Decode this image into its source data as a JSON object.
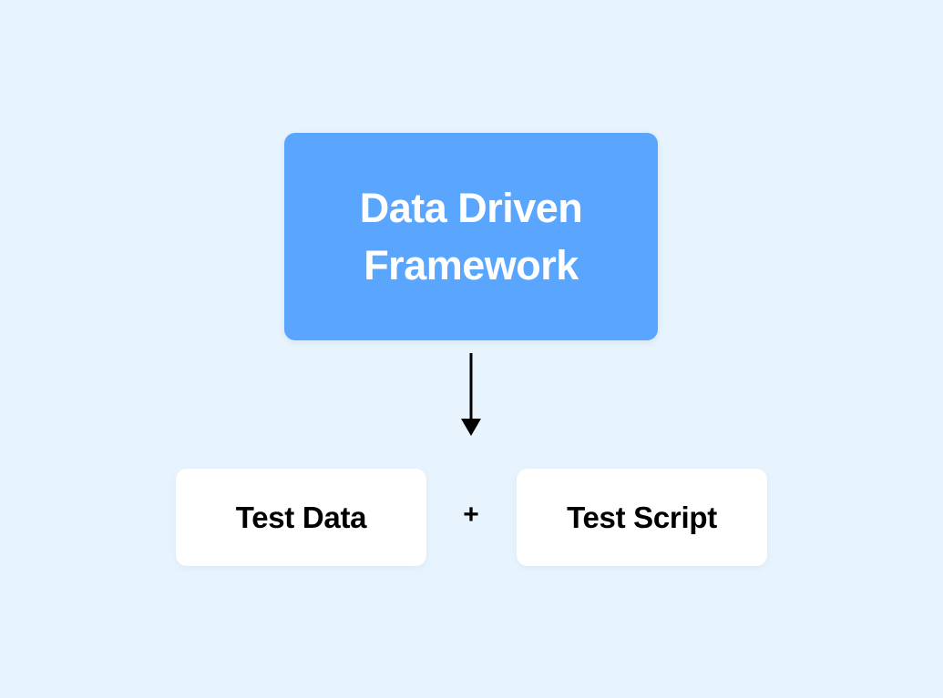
{
  "diagram": {
    "top_box": {
      "title": "Data Driven Framework"
    },
    "left_box": {
      "label": "Test Data"
    },
    "operator": "+",
    "right_box": {
      "label": "Test Script"
    }
  },
  "colors": {
    "background": "#e8f4fd",
    "primary_box": "#5aa5fe",
    "secondary_box": "#ffffff",
    "arrow": "#000000"
  }
}
